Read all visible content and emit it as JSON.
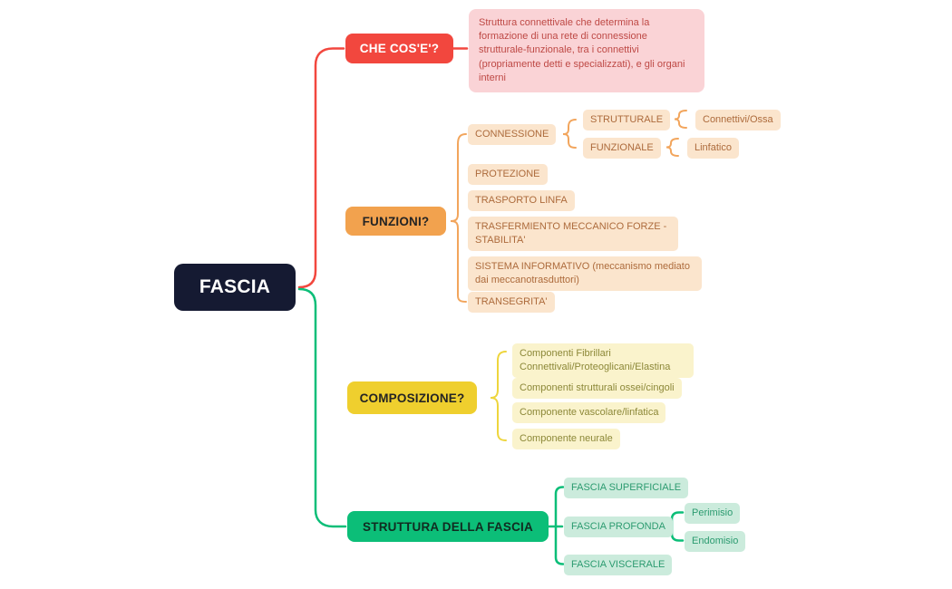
{
  "mindmap": {
    "root": {
      "label": "FASCIA"
    },
    "che_cose": {
      "label": "CHE COS'E'?",
      "description": "Struttura connettivale che determina la formazione di una rete di connessione strutturale-funzionale, tra i connettivi (propriamente detti e specializzati), e gli organi interni"
    },
    "funzioni": {
      "label": "FUNZIONI?",
      "connessione": {
        "label": "CONNESSIONE",
        "strutturale": {
          "label": "STRUTTURALE",
          "child": "Connettivi/Ossa"
        },
        "funzionale": {
          "label": "FUNZIONALE",
          "child": "Linfatico"
        }
      },
      "items": [
        "PROTEZIONE",
        "TRASPORTO LINFA",
        "TRASFERMIENTO MECCANICO FORZE - STABILITA'",
        "SISTEMA INFORMATIVO (meccanismo mediato dai meccanotrasduttori)",
        "TRANSEGRITA'"
      ]
    },
    "composizione": {
      "label": "COMPOSIZIONE?",
      "items": [
        "Componenti Fibrillari Connettivali/Proteoglicani/Elastina",
        "Componenti strutturali ossei/cingoli",
        "Componente vascolare/linfatica",
        "Componente neurale"
      ]
    },
    "struttura": {
      "label": "STRUTTURA DELLA FASCIA",
      "items": [
        "FASCIA SUPERFICIALE",
        "FASCIA PROFONDA",
        "FASCIA VISCERALE"
      ],
      "profonda_children": [
        "Perimisio",
        "Endomisio"
      ]
    }
  },
  "colors": {
    "background": "#ffffff",
    "root_bg": "#151A32",
    "root_text": "#ffffff",
    "red": "#F2473E",
    "pink_note_bg": "#FAD3D6",
    "pink_note_text": "#BE4945",
    "orange": "#F2A24E",
    "orange_leaf_bg": "#FBE5CD",
    "orange_leaf_text": "#AD6B3C",
    "orange_wire": "#F2A55C",
    "yellow": "#EFCF2E",
    "yellow_leaf_bg": "#FAF3CC",
    "yellow_leaf_text": "#8C8838",
    "yellow_wire": "#EED53C",
    "green": "#0CBE78",
    "mint_leaf_bg": "#CBEBDC",
    "mint_leaf_text": "#2C9B70"
  }
}
